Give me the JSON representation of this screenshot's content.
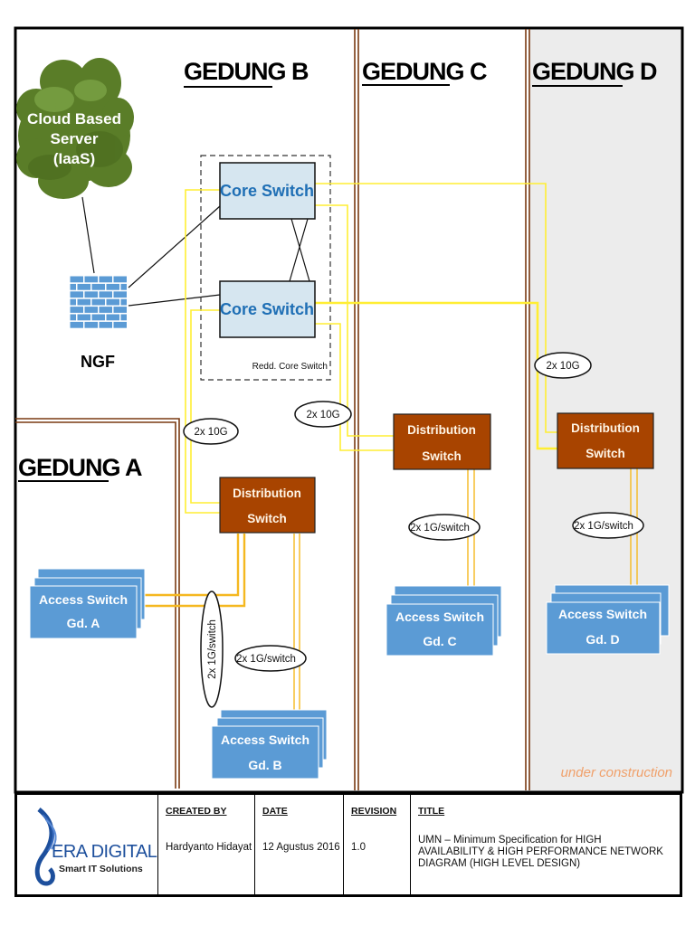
{
  "diagram": {
    "buildings": [
      {
        "id": "A",
        "label": "GEDUNG A"
      },
      {
        "id": "B",
        "label": "GEDUNG B"
      },
      {
        "id": "C",
        "label": "GEDUNG C"
      },
      {
        "id": "D",
        "label": "GEDUNG D",
        "status": "under construction"
      }
    ],
    "cloud": {
      "lines": [
        "Cloud Based",
        "Server",
        "(IaaS)"
      ],
      "color": "#5a7d28"
    },
    "firewall": {
      "label": "NGF",
      "color": "#5b9bd5"
    },
    "core_group_label": "Redd. Core Switch",
    "core_switches": [
      {
        "label": "Core Switch"
      },
      {
        "label": "Core Switch"
      }
    ],
    "distribution_switches": [
      {
        "building": "B",
        "lines": [
          "Distribution",
          "Switch"
        ]
      },
      {
        "building": "C",
        "lines": [
          "Distribution",
          "Switch"
        ]
      },
      {
        "building": "D",
        "lines": [
          "Distribution",
          "Switch"
        ]
      }
    ],
    "access_switches": [
      {
        "building": "A",
        "lines": [
          "Access Switch",
          "Gd. A"
        ]
      },
      {
        "building": "B",
        "lines": [
          "Access Switch",
          "Gd. B"
        ]
      },
      {
        "building": "C",
        "lines": [
          "Access Switch",
          "Gd. C"
        ]
      },
      {
        "building": "D",
        "lines": [
          "Access Switch",
          "Gd. D"
        ]
      }
    ],
    "link_labels": {
      "uplink_b": "2x 10G",
      "uplink_c": "2x 10G",
      "uplink_d": "2x 10G",
      "access_a": "2x 1G/switch",
      "access_b": "2x 1G/switch",
      "access_c": "2x 1G/switch",
      "access_d": "2x 1G/switch"
    },
    "under_construction": "under construction",
    "colors": {
      "core_fill": "#d6e6f0",
      "distribution_fill": "#a84400",
      "access_fill": "#5b9bd5",
      "uplink_line": "#ffee33",
      "access_line": "#f5b820",
      "building_wall": "#7a3a12",
      "gedung_d_bg": "#ececec"
    }
  },
  "title_block": {
    "logo": {
      "name": "ERA DIGITAL",
      "tagline": "Smart IT Solutions"
    },
    "created_by": {
      "header": "CREATED BY",
      "value": "Hardyanto Hidayat"
    },
    "date": {
      "header": "DATE",
      "value": "12 Agustus 2016"
    },
    "revision": {
      "header": "REVISION",
      "value": "1.0"
    },
    "title": {
      "header": "TITLE",
      "value": "UMN – Minimum Specification for HIGH AVAILABILITY & HIGH PERFORMANCE NETWORK DIAGRAM (HIGH LEVEL DESIGN)"
    }
  }
}
